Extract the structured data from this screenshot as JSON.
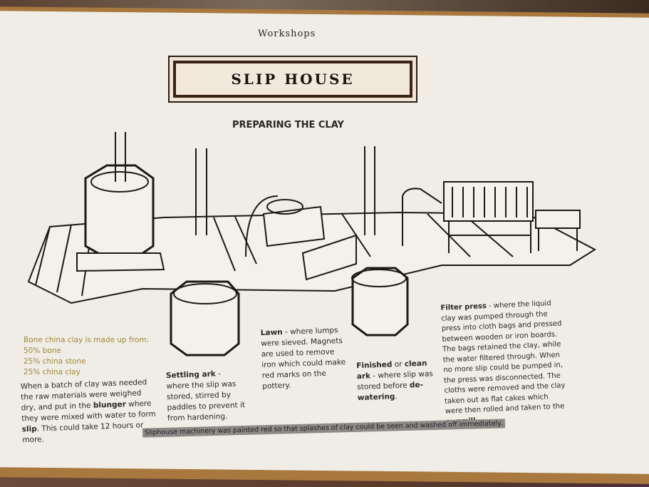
{
  "sign": {
    "header": "Workshops",
    "title": "SLIP HOUSE",
    "subtitle": "PREPARING THE CLAY",
    "composition": {
      "intro": "Bone china clay is made up from:",
      "items": [
        "50% bone",
        "25% china stone",
        "25% china clay"
      ]
    },
    "blunger": {
      "pre": "When a batch of clay was needed the raw materials were weighed dry, and put in the ",
      "term1": "blunger",
      "mid": " where they were mixed with water to form ",
      "term2": "slip",
      "post": ". This could take 12 hours or more."
    },
    "settling": {
      "term": "Settling ark",
      "text": " - where the slip was stored, stirred by paddles to prevent it from hardening."
    },
    "lawn": {
      "term": "Lawn",
      "text": " - where lumps were sieved. Magnets are used to remove iron which could make red marks on the pottery."
    },
    "finished": {
      "term1": "Finished",
      "mid": " or ",
      "term2": "clean ark",
      "text": " - where slip was stored before ",
      "term3": "de-watering",
      "end": "."
    },
    "filter": {
      "term": "Filter press",
      "text": " - where the liquid clay was pumped through the press into cloth bags and pressed between wooden or iron boards. The bags retained the clay, while the water filtered through. When no more slip could be pumped in, the press was disconnected. The cloths were removed and the clay taken out as flat cakes which were then rolled and taken to the ",
      "term2": "pugmill",
      "end": "."
    },
    "footnote": "Sliphouse machinery was painted red so that splashes of clay could be seen and washed off immediately."
  }
}
